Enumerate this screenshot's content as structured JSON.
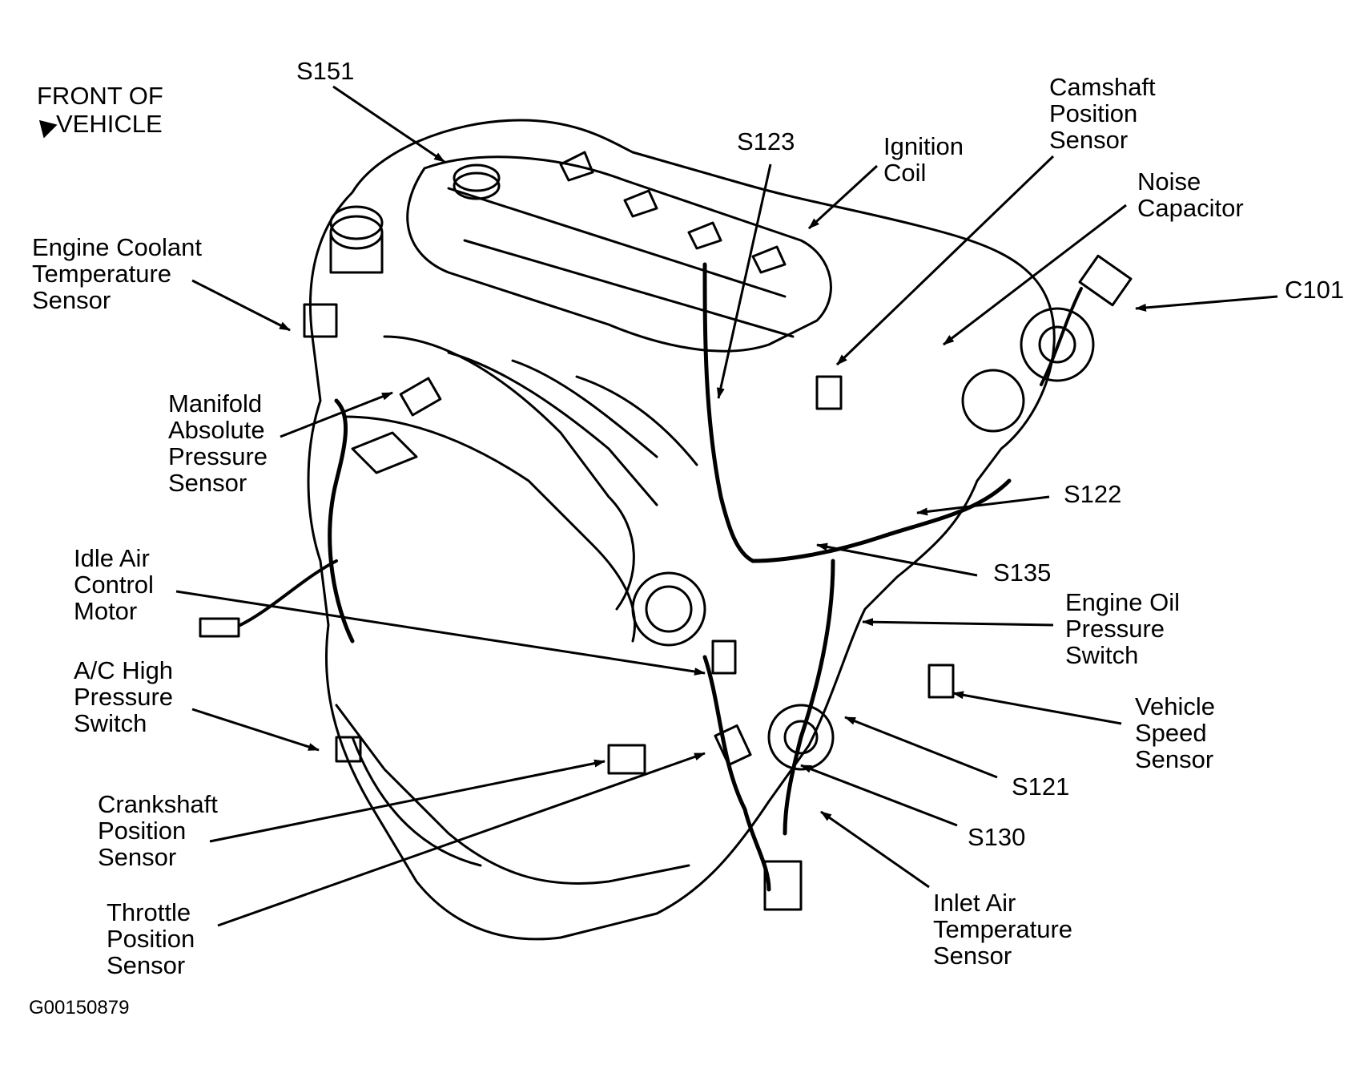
{
  "header": {
    "front_line1": "FRONT OF",
    "front_line2": "VEHICLE",
    "front_arrow_icon": "arrow-up-left-icon"
  },
  "labels": {
    "s151": "S151",
    "s123": "S123",
    "ignition_coil": [
      "Ignition",
      "Coil"
    ],
    "camshaft_position_sensor": [
      "Camshaft",
      "Position",
      "Sensor"
    ],
    "noise_capacitor": [
      "Noise",
      "Capacitor"
    ],
    "c101": "C101",
    "engine_coolant_temperature_sensor": [
      "Engine Coolant",
      "Temperature",
      "Sensor"
    ],
    "manifold_absolute_pressure_sensor": [
      "Manifold",
      "Absolute",
      "Pressure",
      "Sensor"
    ],
    "s122": "S122",
    "idle_air_control_motor": [
      "Idle Air",
      "Control",
      "Motor"
    ],
    "s135": "S135",
    "engine_oil_pressure_switch": [
      "Engine Oil",
      "Pressure",
      "Switch"
    ],
    "ac_high_pressure_switch": [
      "A/C High",
      "Pressure",
      "Switch"
    ],
    "vehicle_speed_sensor": [
      "Vehicle",
      "Speed",
      "Sensor"
    ],
    "s121": "S121",
    "crankshaft_position_sensor": [
      "Crankshaft",
      "Position",
      "Sensor"
    ],
    "s130": "S130",
    "throttle_position_sensor": [
      "Throttle",
      "Position",
      "Sensor"
    ],
    "inlet_air_temperature_sensor": [
      "Inlet Air",
      "Temperature",
      "Sensor"
    ]
  },
  "figure_id": "G00150879"
}
